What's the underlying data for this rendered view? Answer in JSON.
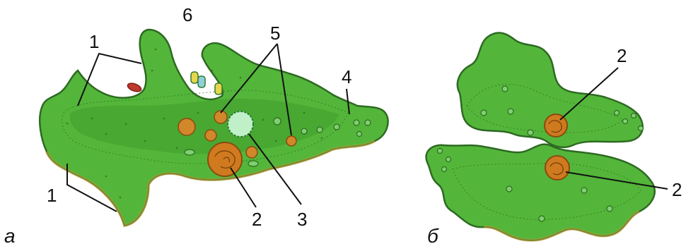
{
  "panels": [
    {
      "label": "а",
      "callouts": [
        "1",
        "6",
        "5",
        "4",
        "1",
        "2",
        "3"
      ]
    },
    {
      "label": "б",
      "callouts": [
        "2",
        "2"
      ]
    }
  ],
  "colors": {
    "cytoplasm": "#53b63a",
    "nucleus": "#cf7a1f",
    "contractile_vacuole": "#bff0c8",
    "background": "#ffffff"
  }
}
